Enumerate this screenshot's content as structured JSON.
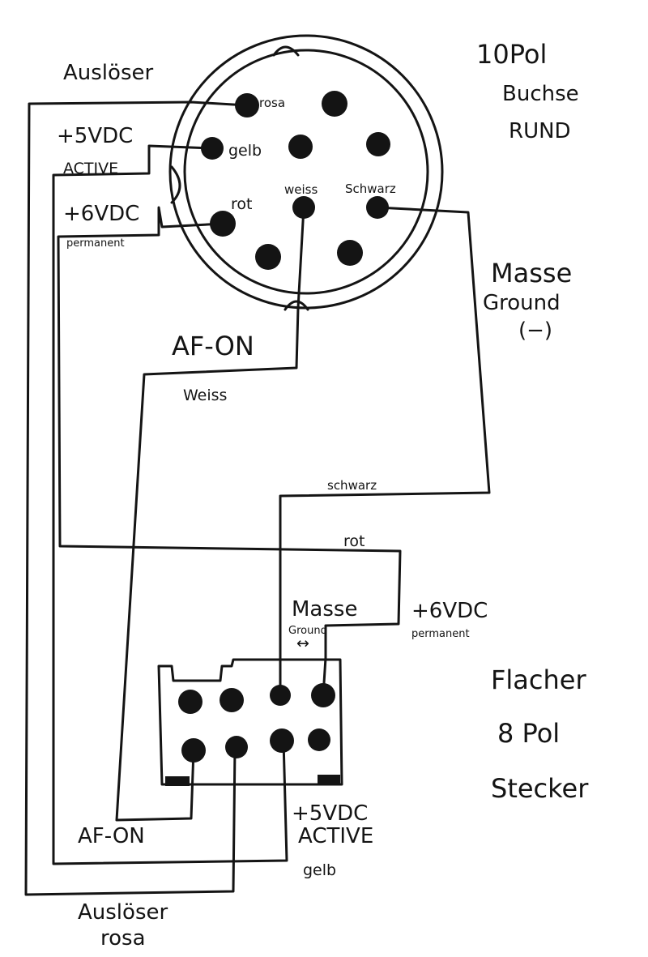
{
  "round_connector": {
    "title_line1": "10Pol",
    "title_line2": "Buchse",
    "title_line3": "RUND",
    "pin_labels": {
      "rosa": "rosa",
      "gelb": "gelb",
      "rot": "rot",
      "weiss": "weiss",
      "schwarz": "Schwarz"
    }
  },
  "labels": {
    "ausloeser_top": "Auslöser",
    "plus5_top": "+5VDC",
    "active_top": "ACTIVE",
    "plus6_top": "+6VDC",
    "permanent_top": "permanent",
    "masse_top": "Masse",
    "ground_top": "Ground",
    "minus_top": "(−)",
    "afon_mid": "AF-ON",
    "weiss_mid": "Weiss",
    "schwarz_mid": "schwarz",
    "rot_mid": "rot",
    "masse_low": "Masse",
    "ground_low": "Ground",
    "arrow_low": "↔",
    "plus6_low": "+6VDC",
    "permanent_low": "permanent",
    "afon_low": "AF-ON",
    "plus5_low": "+5VDC",
    "active_low": "ACTIVE",
    "gelb_low": "gelb",
    "ausloeser_low": "Auslöser",
    "rosa_low": "rosa"
  },
  "flat_connector": {
    "title_line1": "Flacher",
    "title_line2": "8 Pol",
    "title_line3": "Stecker"
  },
  "colors": {
    "ink": "#141414",
    "paper": "#ffffff"
  }
}
